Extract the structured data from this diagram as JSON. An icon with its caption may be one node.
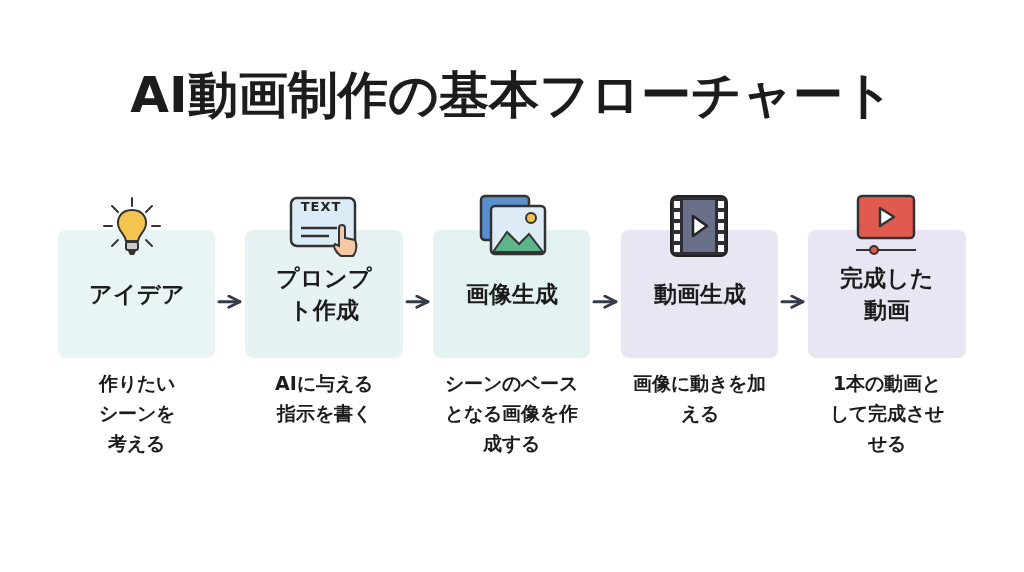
{
  "diagram": {
    "title": "AI動画制作の基本フローチャート",
    "nodes": [
      {
        "text": [
          "アイデア"
        ],
        "beside": [
          "作りたいシーンを考える"
        ]
      },
      {
        "text": [
          "プロンプト作成"
        ],
        "beside": [
          "AIに与える指示を書く"
        ]
      },
      {
        "text": [
          "画像生成"
        ],
        "beside": [
          "シーンのベースとなる画像を作成する"
        ]
      },
      {
        "text": [
          "動画生成"
        ],
        "beside": [
          "画像に動きを加える"
        ]
      },
      {
        "text": [
          "完成した動画"
        ],
        "beside": [
          "1本の動画として完成させせる"
        ]
      }
    ],
    "edges": [
      {
        "from": 0,
        "to": 1,
        "arrow": "to"
      },
      {
        "from": 1,
        "to": 2,
        "arrow": "to"
      },
      {
        "from": 2,
        "to": 3,
        "arrow": "to"
      },
      {
        "from": 3,
        "to": 4,
        "arrow": "to"
      }
    ],
    "labels": [
      "TEXT"
    ]
  }
}
